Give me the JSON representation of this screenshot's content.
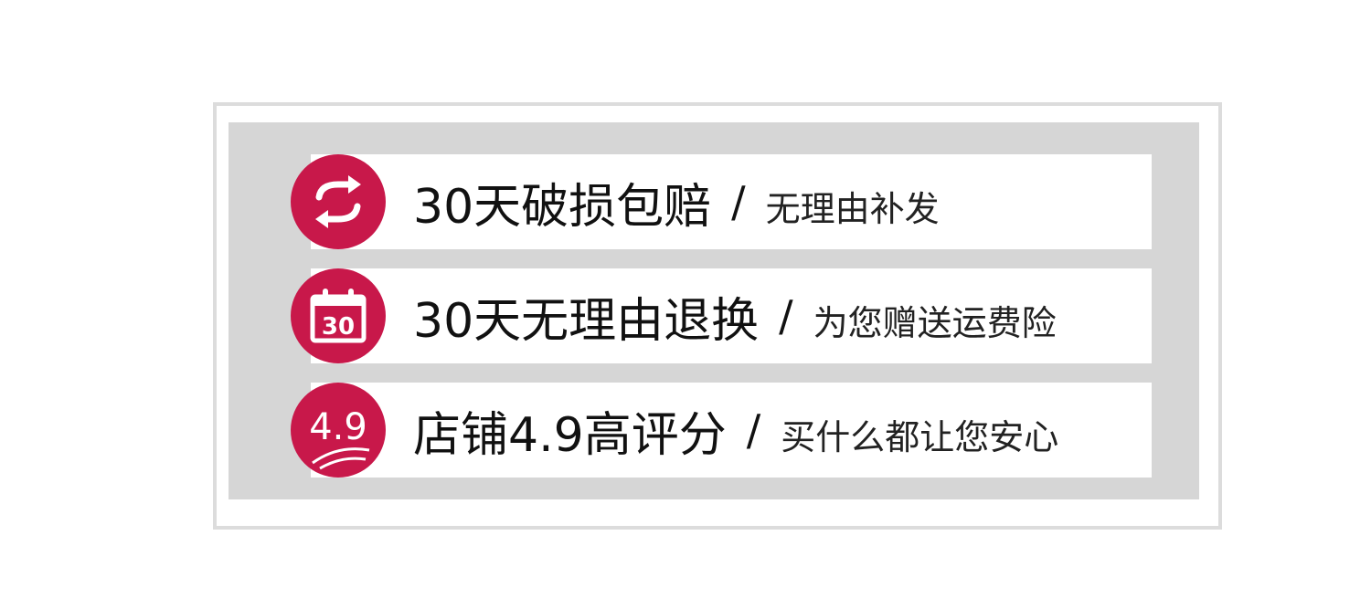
{
  "colors": {
    "accent": "#c8184a",
    "panel": "#d6d6d6",
    "frame": "#dcdcdc",
    "row_bg": "#ffffff"
  },
  "rows": [
    {
      "icon": "refresh-icon",
      "main": "30天破损包赔",
      "separator": "/",
      "sub": "无理由补发"
    },
    {
      "icon": "calendar-icon",
      "icon_text": "30",
      "main": "30天无理由退换",
      "separator": "/",
      "sub": "为您赠送运费险"
    },
    {
      "icon": "rating-icon",
      "icon_text": "4.9",
      "main": "店铺4.9高评分",
      "separator": "/",
      "sub": "买什么都让您安心"
    }
  ]
}
